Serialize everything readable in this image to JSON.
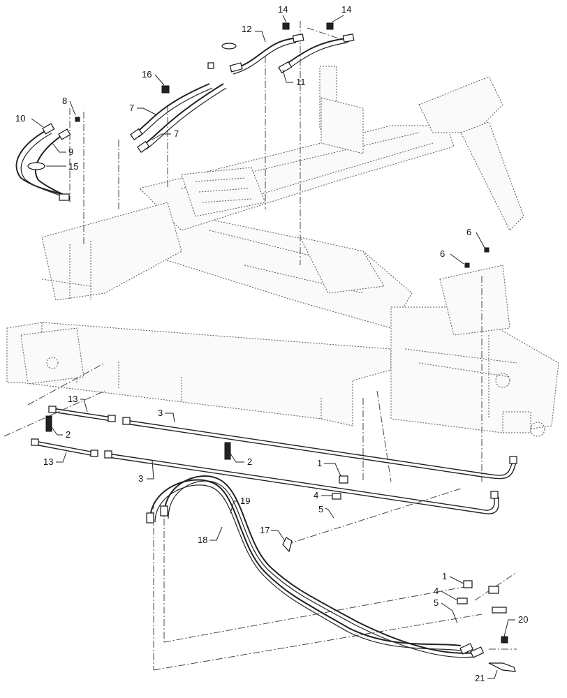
{
  "callouts": [
    {
      "id": "c14a",
      "text": "14"
    },
    {
      "id": "c14b",
      "text": "14"
    },
    {
      "id": "c12",
      "text": "12"
    },
    {
      "id": "c11",
      "text": "11"
    },
    {
      "id": "c16",
      "text": "16"
    },
    {
      "id": "c7a",
      "text": "7"
    },
    {
      "id": "c7b",
      "text": "7"
    },
    {
      "id": "c8",
      "text": "8"
    },
    {
      "id": "c10",
      "text": "10"
    },
    {
      "id": "c9",
      "text": "9"
    },
    {
      "id": "c15",
      "text": "15"
    },
    {
      "id": "c6a",
      "text": "6"
    },
    {
      "id": "c6b",
      "text": "6"
    },
    {
      "id": "c13a",
      "text": "13"
    },
    {
      "id": "c3a",
      "text": "3"
    },
    {
      "id": "c2a",
      "text": "2"
    },
    {
      "id": "c13b",
      "text": "13"
    },
    {
      "id": "c2b",
      "text": "2"
    },
    {
      "id": "c3b",
      "text": "3"
    },
    {
      "id": "c1a",
      "text": "1"
    },
    {
      "id": "c4a",
      "text": "4"
    },
    {
      "id": "c5a",
      "text": "5"
    },
    {
      "id": "c19",
      "text": "19"
    },
    {
      "id": "c18",
      "text": "18"
    },
    {
      "id": "c17",
      "text": "17"
    },
    {
      "id": "c1b",
      "text": "1"
    },
    {
      "id": "c4b",
      "text": "4"
    },
    {
      "id": "c5b",
      "text": "5"
    },
    {
      "id": "c20",
      "text": "20"
    },
    {
      "id": "c21",
      "text": "21"
    }
  ]
}
